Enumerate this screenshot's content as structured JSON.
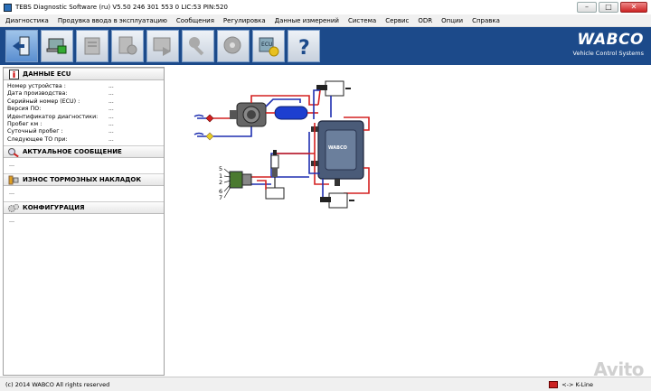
{
  "window": {
    "title": "TEBS Diagnostic Software (ru) V5.50  246 301 553 0  LIC:53 PIN:520",
    "minimize": "–",
    "maximize": "□",
    "close": "✕"
  },
  "menu": [
    "Диагностика",
    "Продувка ввода в эксплуатацию",
    "Сообщения",
    "Регулировка",
    "Данные измерений",
    "Система",
    "Сервис",
    "ODR",
    "Опции",
    "Справка"
  ],
  "brand": {
    "logo": "WABCO",
    "subtitle": "Vehicle Control Systems"
  },
  "panels": {
    "ecu": {
      "title": "ДАННЫЕ ECU",
      "rows": [
        {
          "label": "Номер устройства :",
          "value": "..."
        },
        {
          "label": "Дата производства:",
          "value": "..."
        },
        {
          "label": "Серийный номер (ECU) :",
          "value": "..."
        },
        {
          "label": "Версия ПО:",
          "value": "..."
        },
        {
          "label": "Идентификатор диагностики:",
          "value": "..."
        },
        {
          "label": "Пробег км :",
          "value": "..."
        },
        {
          "label": "Суточный пробег :",
          "value": "..."
        },
        {
          "label": "Следующее ТО при:",
          "value": "..."
        }
      ]
    },
    "message": {
      "title": "АКТУАЛЬНОЕ СООБЩЕНИЕ",
      "body": "..."
    },
    "brake": {
      "title": "ИЗНОС ТОРМОЗНЫХ НАКЛАДОК",
      "body": "..."
    },
    "config": {
      "title": "КОНФИГУРАЦИЯ",
      "body": "..."
    }
  },
  "diagram": {
    "ecu_label": "WABCO",
    "pins": [
      "5",
      "1",
      "2",
      "6",
      "7"
    ]
  },
  "status": {
    "copyright": "(c) 2014 WABCO All rights reserved",
    "connection": "<-> K-Line"
  },
  "watermark": "Avito",
  "colors": {
    "toolbar": "#1c4a8a",
    "red_line": "#d42020",
    "blue_line": "#1e2fb0"
  }
}
